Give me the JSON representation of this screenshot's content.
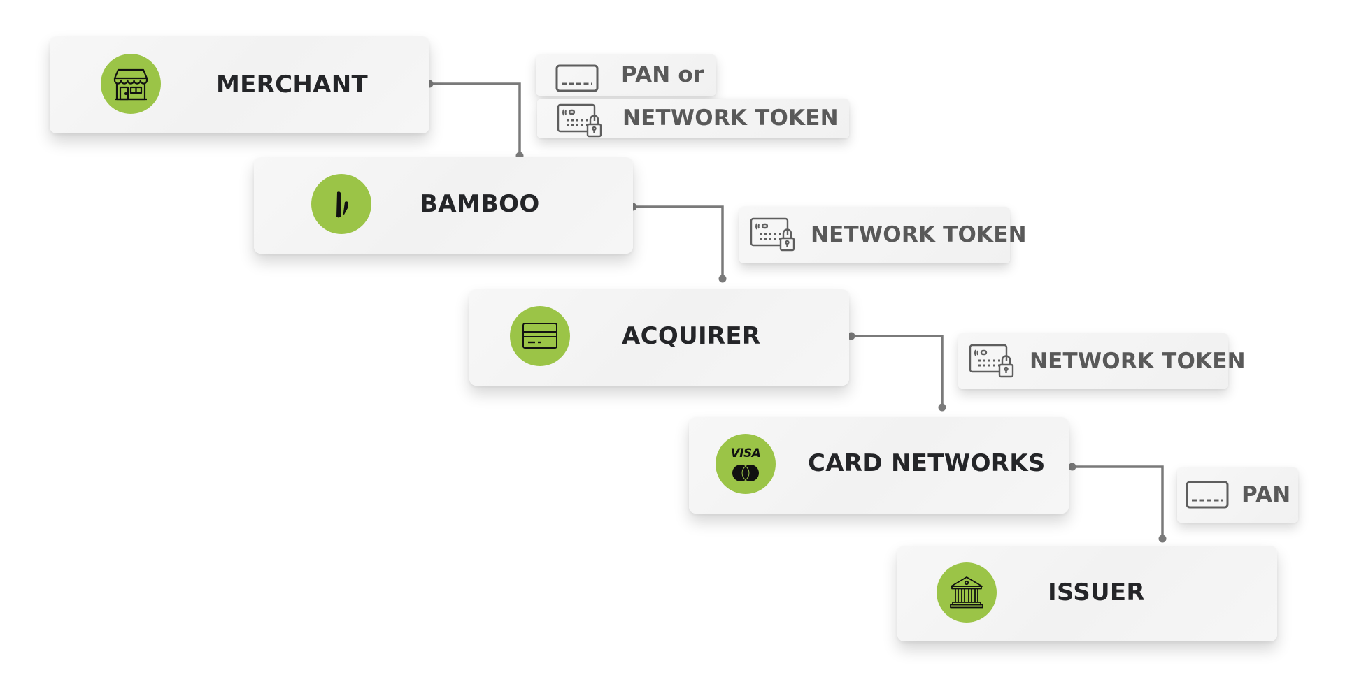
{
  "diagram": {
    "nodes": [
      {
        "id": "merchant",
        "label": "MERCHANT",
        "icon": "storefront-icon"
      },
      {
        "id": "bamboo",
        "label": "BAMBOO",
        "icon": "bamboo-logo-icon"
      },
      {
        "id": "acquirer",
        "label": "ACQUIRER",
        "icon": "credit-card-icon"
      },
      {
        "id": "card-networks",
        "label": "CARD NETWORKS",
        "icon": "visa-mastercard-icon",
        "icon_text": "VISA"
      },
      {
        "id": "issuer",
        "label": "ISSUER",
        "icon": "bank-icon"
      }
    ],
    "tags": [
      {
        "label": "PAN or",
        "icon": "card-icon"
      },
      {
        "label": "NETWORK TOKEN",
        "icon": "tokenized-card-lock-icon"
      },
      {
        "label": "NETWORK TOKEN",
        "icon": "tokenized-card-lock-icon"
      },
      {
        "label": "NETWORK TOKEN",
        "icon": "tokenized-card-lock-icon"
      },
      {
        "label": "PAN",
        "icon": "card-icon"
      }
    ],
    "edges": [
      {
        "from": "merchant",
        "to": "bamboo",
        "carries": "PAN or NETWORK TOKEN"
      },
      {
        "from": "bamboo",
        "to": "acquirer",
        "carries": "NETWORK TOKEN"
      },
      {
        "from": "acquirer",
        "to": "card-networks",
        "carries": "NETWORK TOKEN"
      },
      {
        "from": "card-networks",
        "to": "issuer",
        "carries": "PAN"
      }
    ],
    "colors": {
      "icon_circle": "#9bc447",
      "node_text": "#242528",
      "tag_text": "#595959",
      "connector": "#7a7a7a"
    }
  }
}
